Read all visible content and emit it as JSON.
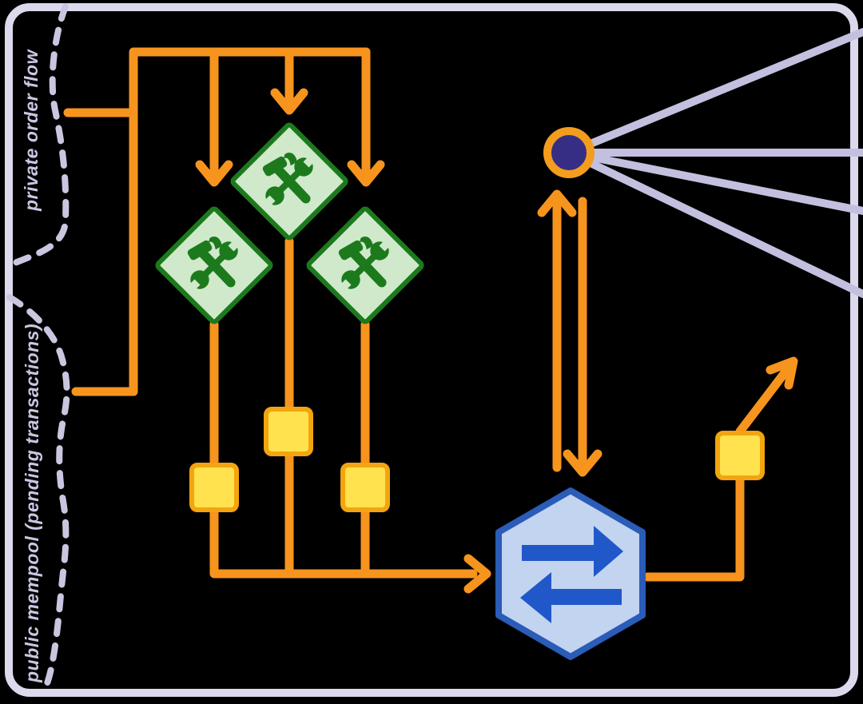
{
  "diagram": {
    "type": "flow-diagram",
    "labels": {
      "private_order_flow": "private order flow",
      "public_mempool": "public mempool (pending transactions)"
    },
    "nodes": {
      "builders": {
        "count": 3,
        "shape": "diamond",
        "icon": "hammer-wrench-icon"
      },
      "blocks": {
        "count": 4,
        "shape": "square"
      },
      "relay": {
        "count": 1,
        "shape": "hexagon",
        "icon": "swap-arrows-icon"
      },
      "proposer": {
        "count": 1,
        "shape": "circle"
      },
      "broadcast_rays": {
        "count": 4
      }
    },
    "colors": {
      "background": "#000000",
      "frame": "#DBD9EC",
      "ray": "#C2C0DE",
      "dash": "#C9C7E0",
      "text": "#C9C7E2",
      "orange": "#F7941E",
      "diamond_fill": "#CFE9CA",
      "diamond_border": "#1C7A1D",
      "icon_green": "#1C7A1D",
      "square_fill": "#FFE24E",
      "square_border": "#F2A50F",
      "hex_fill": "#C3D4F0",
      "hex_border": "#2A5CB8",
      "hex_arrow": "#2057C9",
      "circle_fill": "#362E85",
      "circle_ring": "#F49C1E"
    }
  }
}
